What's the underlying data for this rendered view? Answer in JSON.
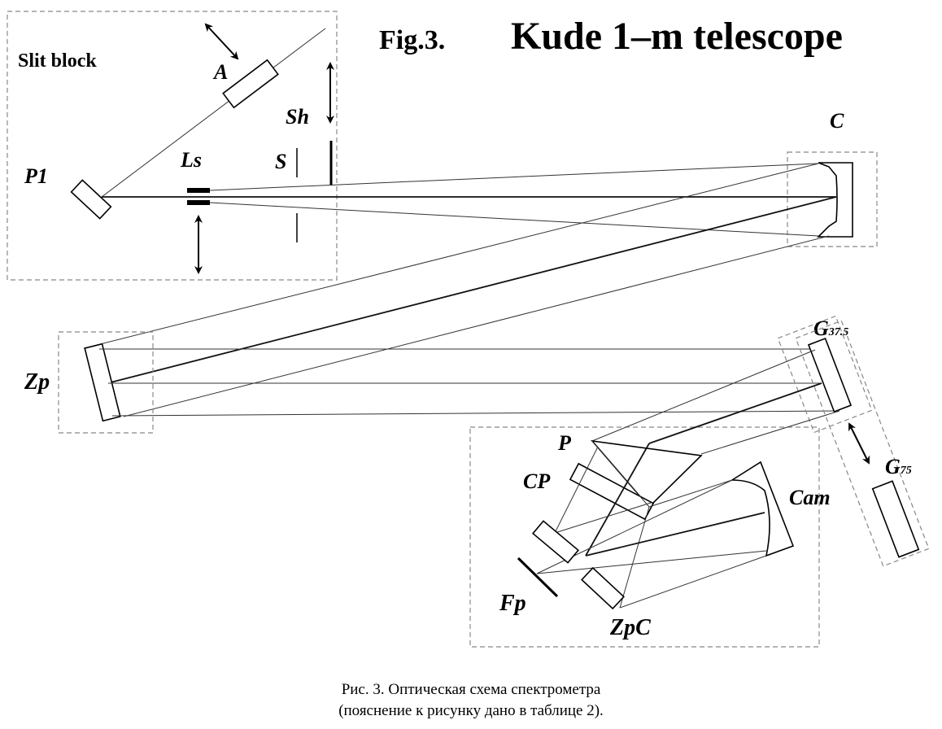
{
  "title": {
    "fig": "Fig.3.",
    "main": "Kude 1–m telescope"
  },
  "labels": {
    "slit_block": "Slit block",
    "A": "A",
    "Sh": "Sh",
    "P1": "P1",
    "Ls": "Ls",
    "S": "S",
    "C": "C",
    "Zp": "Zp",
    "G37": "G",
    "G37_sub": "37.5",
    "G75": "G",
    "G75_sub": "75",
    "P": "P",
    "CP": "CP",
    "Cam": "Cam",
    "Fp": "Fp",
    "ZpC": "ZpC"
  },
  "caption": {
    "line1": "Рис. 3. Оптическая схема спектрометра",
    "line2": "(пояснение к рисунку дано в таблице 2)."
  }
}
